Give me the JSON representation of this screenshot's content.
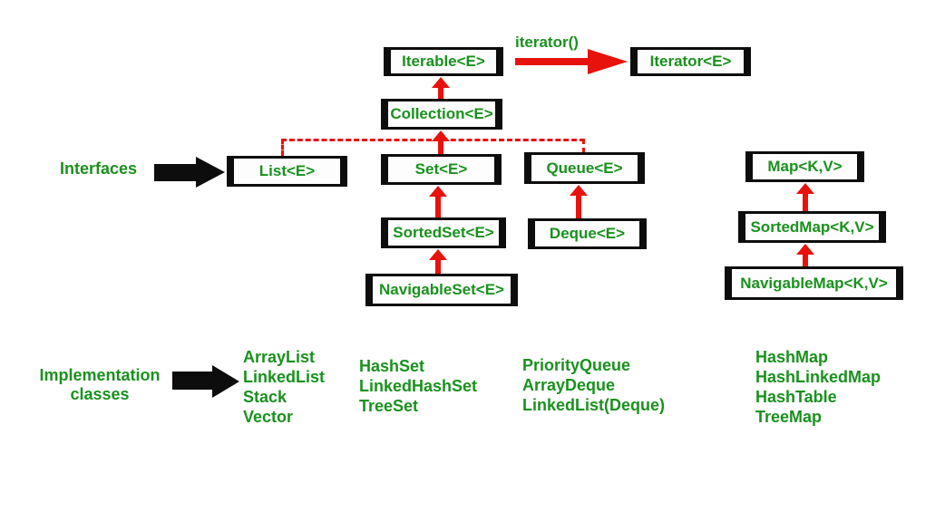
{
  "colors": {
    "text_green": "#1a911e",
    "arrow_red": "#e8120c",
    "box_border_black": "#0d0d0d"
  },
  "labels": {
    "interfaces": "Interfaces",
    "implementation_line1": "Implementation",
    "implementation_line2": "classes",
    "iterator_method": "iterator()"
  },
  "interfaces": {
    "iterable": "Iterable<E>",
    "iterator": "Iterator<E>",
    "collection": "Collection<E>",
    "list": "List<E>",
    "set": "Set<E>",
    "queue": "Queue<E>",
    "map": "Map<K,V>",
    "sorted_set": "SortedSet<E>",
    "deque": "Deque<E>",
    "sorted_map": "SortedMap<K,V>",
    "navigable_set": "NavigableSet<E>",
    "navigable_map": "NavigableMap<K,V>"
  },
  "implementations": {
    "list": [
      "ArrayList",
      "LinkedList",
      "Stack",
      "Vector"
    ],
    "set": [
      "HashSet",
      "LinkedHashSet",
      "TreeSet"
    ],
    "queue": [
      "PriorityQueue",
      "ArrayDeque",
      "LinkedList(Deque)"
    ],
    "map": [
      "HashMap",
      "HashLinkedMap",
      "HashTable",
      "TreeMap"
    ]
  }
}
